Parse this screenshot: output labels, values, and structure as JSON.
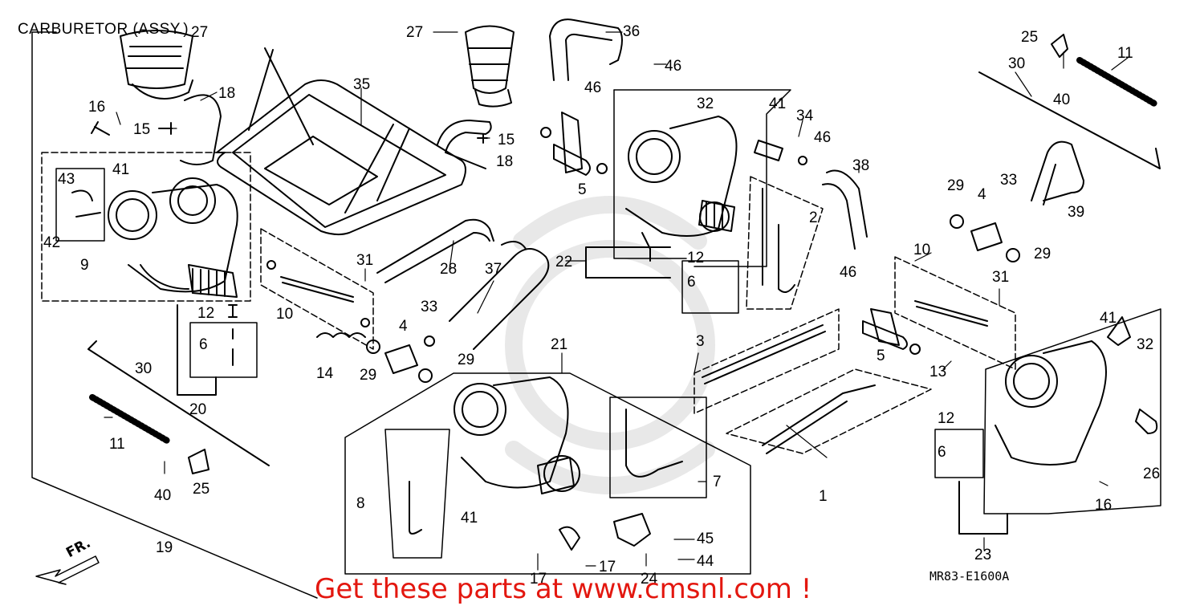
{
  "title": "CARBURETOR (ASSY.)",
  "diagram_code": "MR83-E1600A",
  "banner": "Get these parts at www.cmsnl.com !",
  "direction_label": "FR.",
  "watermark": "CMS",
  "callouts": [
    "27",
    "27",
    "36",
    "46",
    "25",
    "11",
    "30",
    "40",
    "18",
    "16",
    "15",
    "35",
    "46",
    "32",
    "41",
    "34",
    "46",
    "15",
    "18",
    "41",
    "43",
    "42",
    "9",
    "5",
    "38",
    "29",
    "33",
    "4",
    "39",
    "2",
    "31",
    "28",
    "37",
    "22",
    "12",
    "6",
    "46",
    "29",
    "10",
    "31",
    "10",
    "33",
    "4",
    "3",
    "41",
    "32",
    "12",
    "6",
    "14",
    "29",
    "29",
    "21",
    "5",
    "13",
    "30",
    "11",
    "20",
    "12",
    "6",
    "8",
    "41",
    "7",
    "1",
    "26",
    "40",
    "25",
    "16",
    "19",
    "17",
    "17",
    "45",
    "44",
    "24",
    "23"
  ]
}
